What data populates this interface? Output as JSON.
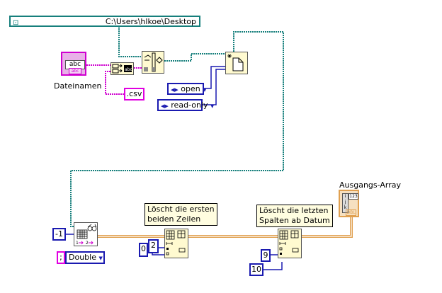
{
  "path_constant": {
    "value": "C:\\Users\\hlkoe\\Desktop",
    "icon": "path-icon"
  },
  "filename_control": {
    "label": "Dateinamen",
    "value": "abc",
    "type_tag": "abc"
  },
  "csv_constant": {
    "value": ".csv"
  },
  "concat_node": {
    "icon": "concatenate-strings-icon"
  },
  "build_path_node": {
    "icon": "build-path-icon"
  },
  "open_file_node": {
    "icon": "open-create-replace-file-icon"
  },
  "operation_enum": {
    "value": "open"
  },
  "access_enum": {
    "value": "read-only"
  },
  "read_spreadsheet_node": {
    "icon": "read-delimited-spreadsheet-icon"
  },
  "row_count_constant": {
    "value": "-1"
  },
  "delimiter_constant": {
    "value": ";"
  },
  "type_enum": {
    "value": "Double"
  },
  "comment_1": {
    "line1": "Löscht die ersten",
    "line2": "beiden Zeilen"
  },
  "delete_rows_node": {
    "icon": "delete-from-array-icon",
    "index": "0",
    "length": "2"
  },
  "comment_2": {
    "line1": "Löscht die letzten",
    "line2": "Spalten ab Datum"
  },
  "delete_cols_node": {
    "icon": "delete-from-array-icon",
    "index": "9",
    "length": "10"
  },
  "output_indicator": {
    "label": "Ausgangs-Array",
    "value": "123",
    "type_tag": "DBL",
    "indices": [
      "i",
      "j",
      "k"
    ]
  },
  "colors": {
    "path_wire": "#167f7c",
    "string_wire": "#d000d0",
    "enum_wire": "#1a1ab0",
    "array_wire": "#e0a050"
  }
}
